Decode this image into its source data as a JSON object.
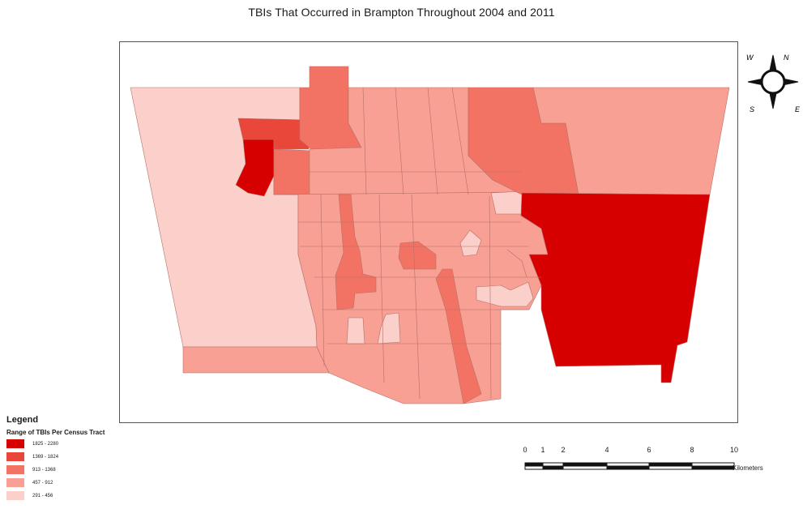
{
  "title": "TBIs That Occurred in Brampton Throughout 2004 and 2011",
  "colors": {
    "class1": "#d60000",
    "class2": "#e8473a",
    "class3": "#f27363",
    "class4": "#f7a093",
    "class5": "#fbcfca",
    "tract_line": "#b86f68",
    "frame": "#555555"
  },
  "legend": {
    "title": "Legend",
    "subtitle": "Range of TBIs Per Census Tract",
    "items": [
      {
        "label": "1825 - 2280",
        "color": "#d60000"
      },
      {
        "label": "1369 - 1824",
        "color": "#e8473a"
      },
      {
        "label": "913 - 1368",
        "color": "#f27363"
      },
      {
        "label": "457 - 912",
        "color": "#f7a093"
      },
      {
        "label": "291 - 456",
        "color": "#fbcfca"
      }
    ]
  },
  "compass": {
    "n": "N",
    "e": "E",
    "s": "S",
    "w": "W"
  },
  "scale": {
    "ticks": [
      "0",
      "1",
      "2",
      "4",
      "6",
      "8",
      "10"
    ],
    "unit": "Kilometers"
  }
}
